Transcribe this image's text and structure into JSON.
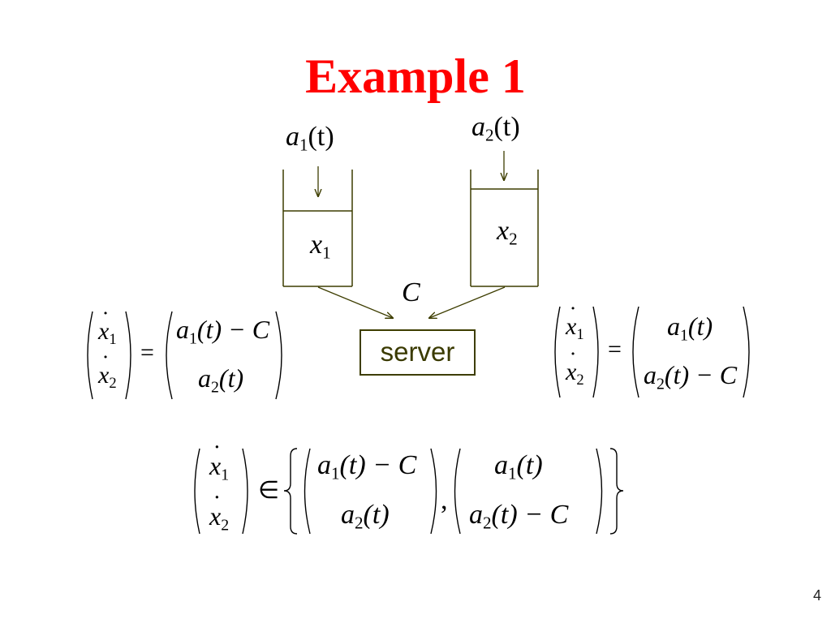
{
  "slide": {
    "title": "Example 1",
    "page_number": "4"
  },
  "diagram": {
    "input1": {
      "var": "a",
      "sub": "1",
      "arg": "(t)"
    },
    "input2": {
      "var": "a",
      "sub": "2",
      "arg": "(t)"
    },
    "queue1_state": {
      "var": "x",
      "sub": "1"
    },
    "queue2_state": {
      "var": "x",
      "sub": "2"
    },
    "capacity_label": "C",
    "server_label": "server"
  },
  "equations": {
    "left": {
      "lhs_top": {
        "var": "x",
        "sub": "1"
      },
      "lhs_bottom": {
        "var": "x",
        "sub": "2"
      },
      "eq": "=",
      "rhs_top": {
        "var": "a",
        "sub": "1",
        "rest": "(t) − C"
      },
      "rhs_bottom": {
        "var": "a",
        "sub": "2",
        "rest": "(t)"
      }
    },
    "right": {
      "lhs_top": {
        "var": "x",
        "sub": "1"
      },
      "lhs_bottom": {
        "var": "x",
        "sub": "2"
      },
      "eq": "=",
      "rhs_top": {
        "var": "a",
        "sub": "1",
        "rest": "(t)"
      },
      "rhs_bottom": {
        "var": "a",
        "sub": "2",
        "rest": "(t) − C"
      }
    },
    "bottom": {
      "lhs_top": {
        "var": "x",
        "sub": "1"
      },
      "lhs_bottom": {
        "var": "x",
        "sub": "2"
      },
      "rel": "∈",
      "set1_top": {
        "var": "a",
        "sub": "1",
        "rest": "(t) − C"
      },
      "set1_bottom": {
        "var": "a",
        "sub": "2",
        "rest": "(t)"
      },
      "comma": ",",
      "set2_top": {
        "var": "a",
        "sub": "1",
        "rest": "(t)"
      },
      "set2_bottom": {
        "var": "a",
        "sub": "2",
        "rest": "(t) − C"
      }
    }
  }
}
